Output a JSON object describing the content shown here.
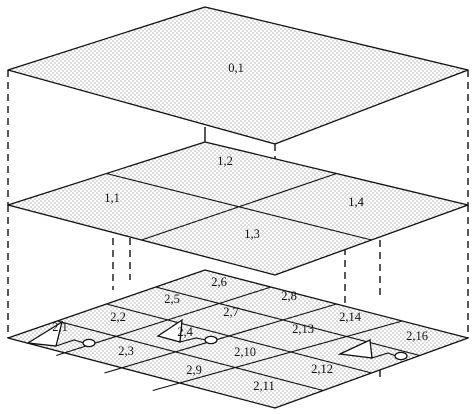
{
  "layers": [
    {
      "level": 0,
      "tiles": [
        {
          "label": "0,1"
        }
      ]
    },
    {
      "level": 1,
      "tiles": [
        {
          "label": "1,1"
        },
        {
          "label": "1,2"
        },
        {
          "label": "1,3"
        },
        {
          "label": "1,4"
        }
      ]
    },
    {
      "level": 2,
      "tiles": [
        {
          "label": "2,1"
        },
        {
          "label": "2,2"
        },
        {
          "label": "2,3"
        },
        {
          "label": "2,4"
        },
        {
          "label": "2,5"
        },
        {
          "label": "2,6"
        },
        {
          "label": "2,7"
        },
        {
          "label": "2,8"
        },
        {
          "label": "2,9"
        },
        {
          "label": "2,10"
        },
        {
          "label": "2,11"
        },
        {
          "label": "2,12"
        },
        {
          "label": "2,13"
        },
        {
          "label": "2,14"
        },
        {
          "label": "2,16"
        }
      ]
    }
  ]
}
